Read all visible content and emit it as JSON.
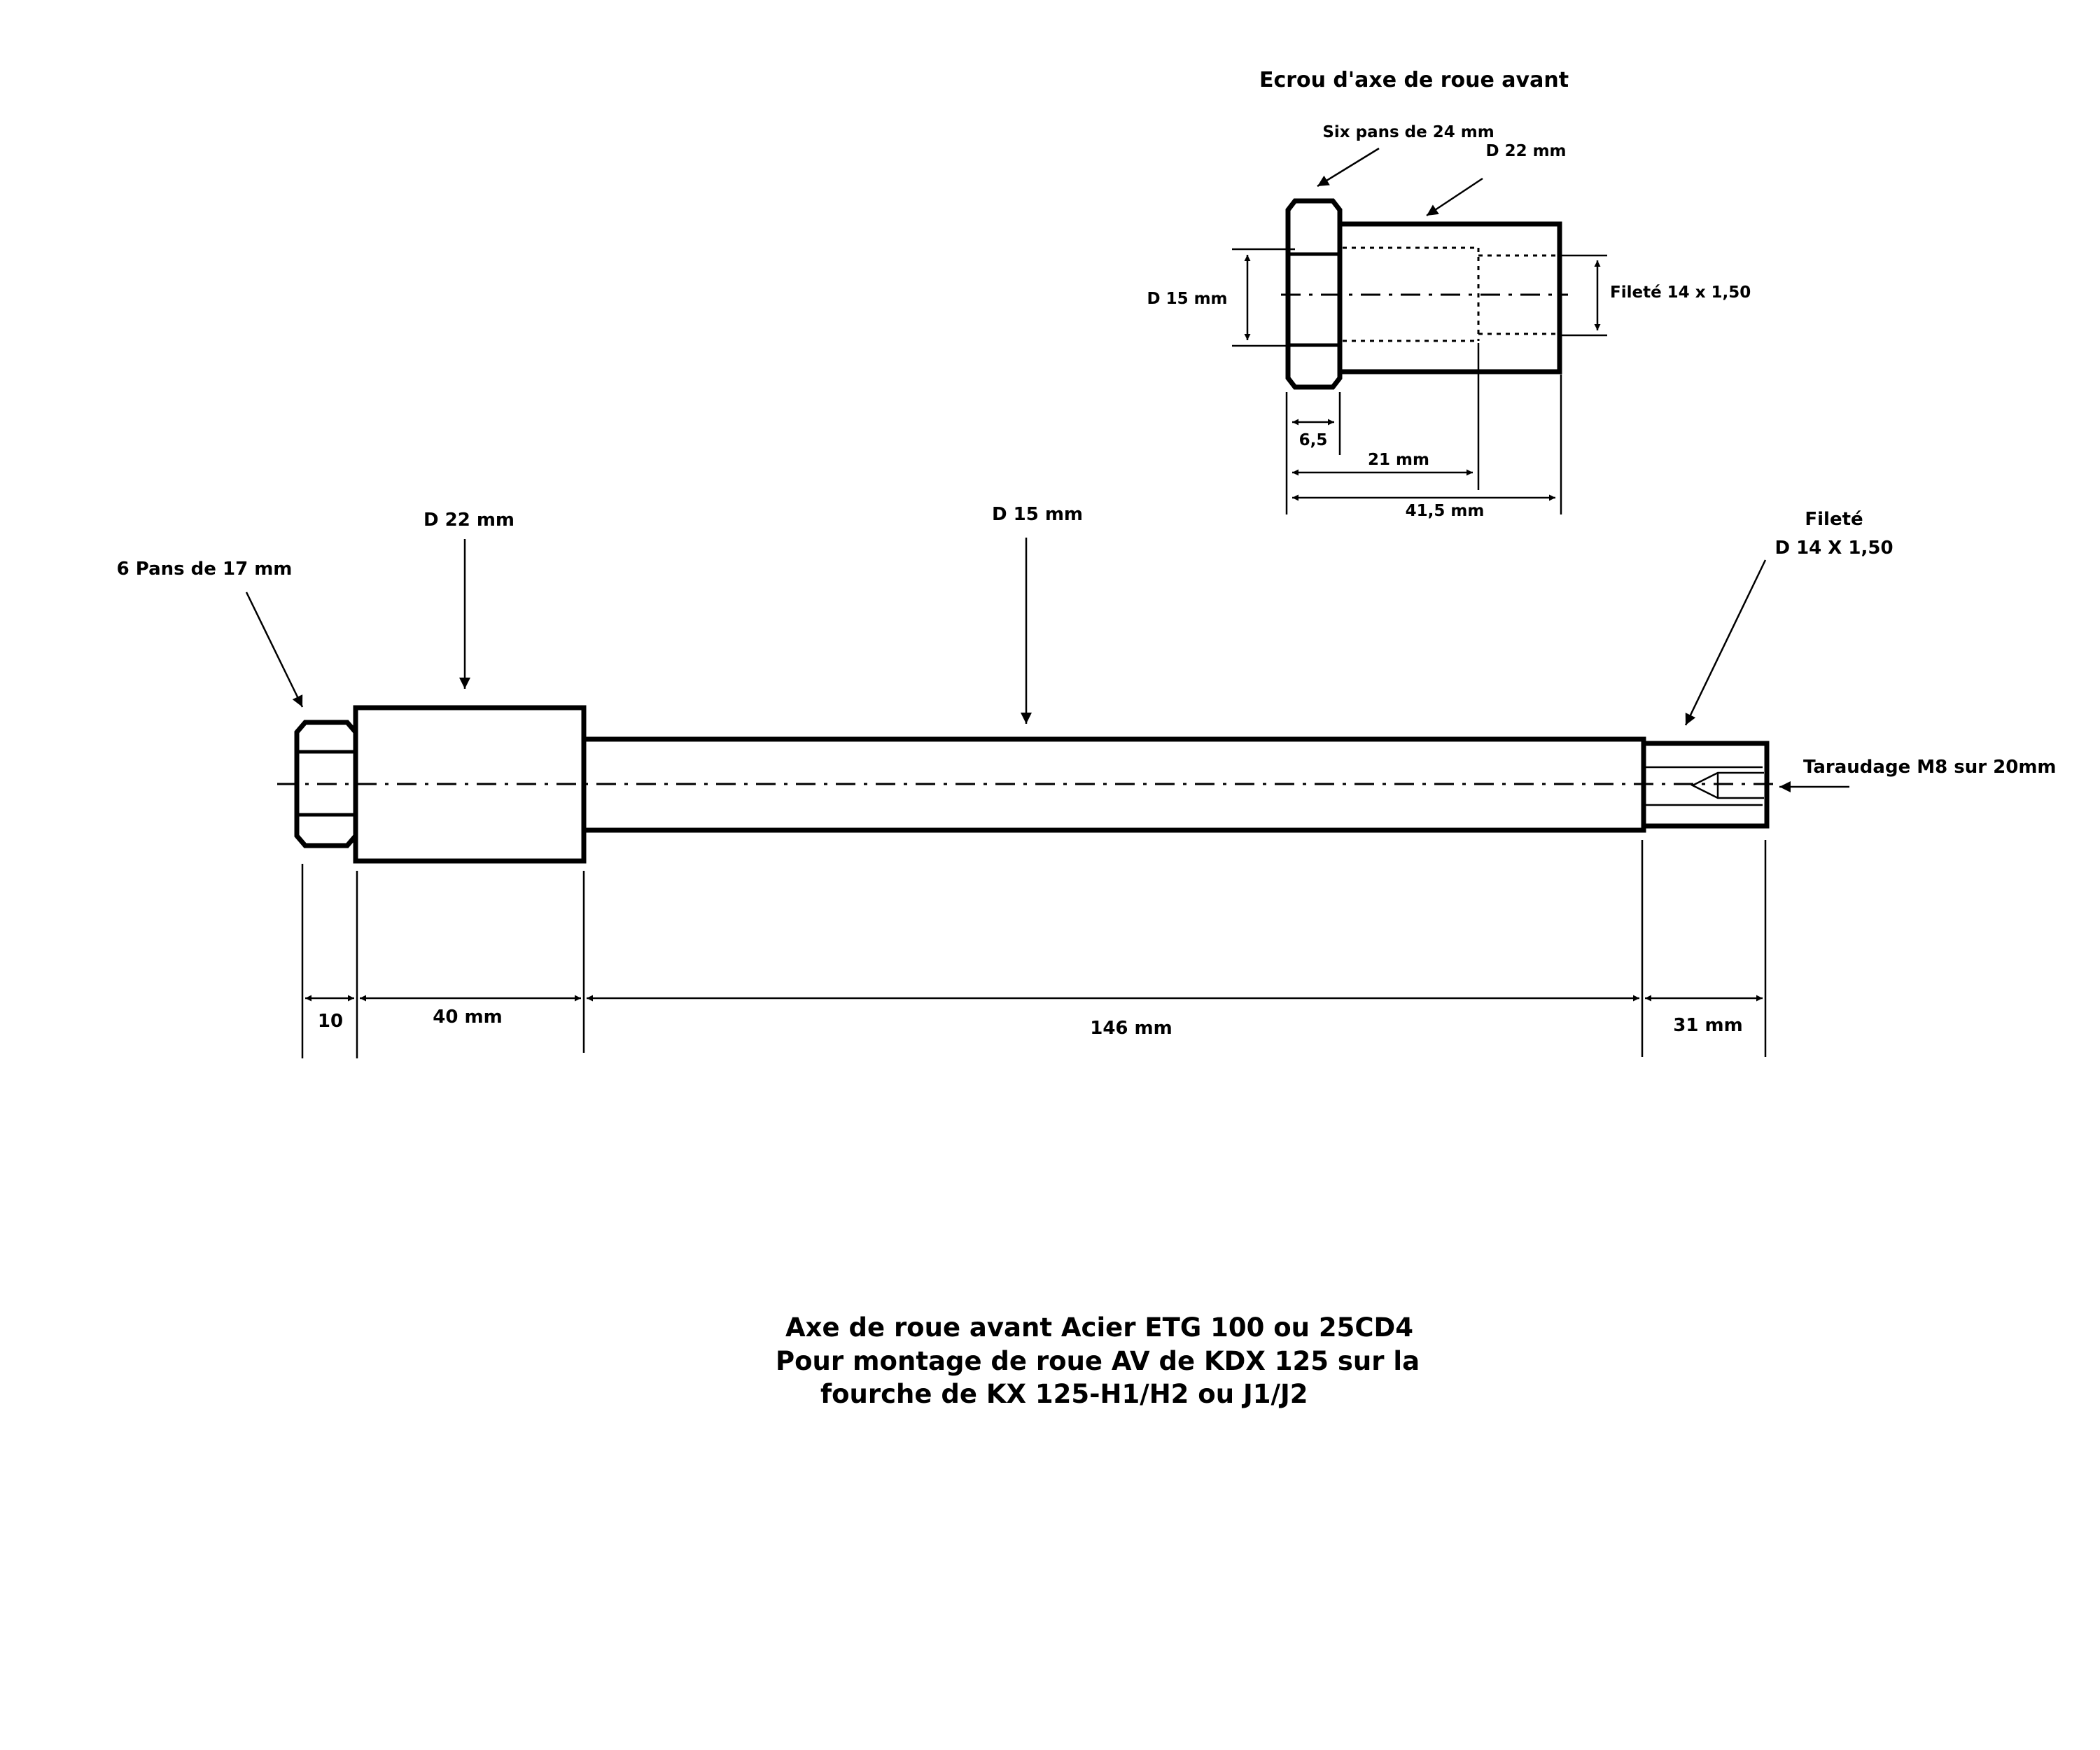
{
  "nut": {
    "title": "Ecrou d'axe de roue avant",
    "hex_label": "Six pans de 24 mm",
    "outer_diameter": "D 22 mm",
    "inner_diameter": "D 15 mm",
    "thread": "Fileté 14 x 1,50",
    "dim_hex": "6,5",
    "dim_bore": "21 mm",
    "dim_total": "41,5  mm"
  },
  "axle": {
    "hex_label": "6 Pans de 17 mm",
    "collar_diameter": "D 22 mm",
    "shaft_diameter": "D 15 mm",
    "thread_label_line1": "Fileté",
    "thread_label_line2": "D 14 X 1,50",
    "tapping": "Taraudage M8 sur 20mm",
    "dim_hex": "10",
    "dim_collar": "40 mm",
    "dim_shaft": "146 mm",
    "dim_thread": "31 mm"
  },
  "caption": {
    "line1": "Axe de roue avant Acier ETG 100 ou 25CD4",
    "line2": "Pour montage de roue AV de KDX 125 sur la",
    "line3": "fourche de KX 125-H1/H2 ou J1/J2"
  }
}
